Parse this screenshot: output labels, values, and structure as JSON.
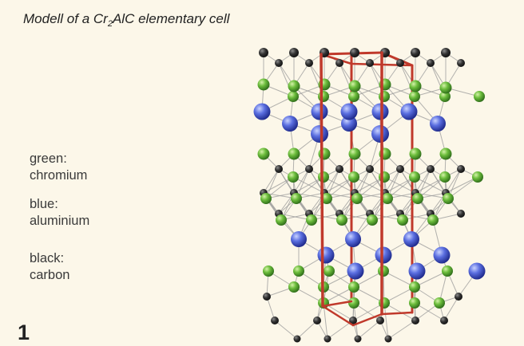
{
  "caption": {
    "prefix": "Modell of a Cr",
    "subscript": "2",
    "suffix": "AlC elementary cell"
  },
  "legend": {
    "green": {
      "color_name": "green:",
      "element": "chromium",
      "swatch": "#5aa832"
    },
    "blue": {
      "color_name": "blue:",
      "element": "aluminium",
      "swatch": "#4a5fd4"
    },
    "black": {
      "color_name": "black:",
      "element": "carbon",
      "swatch": "#2a2a2a"
    }
  },
  "figure_number": "1",
  "colors": {
    "background": "#fcf7e9",
    "unit_cell_edges": "#c0392b",
    "bonds": "#9a9a9a"
  }
}
